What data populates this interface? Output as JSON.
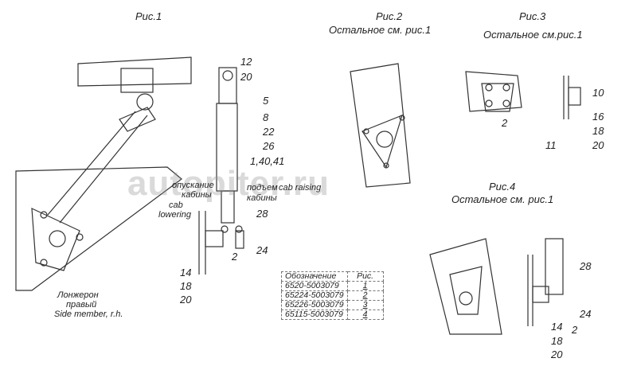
{
  "figures": {
    "fig1": "Рис.1",
    "fig2": "Рис.2",
    "fig2_note": "Остальное см. рис.1",
    "fig3": "Рис.3",
    "fig3_note": "Остальное см.рис.1",
    "fig4": "Рис.4",
    "fig4_note": "Остальное см. рис.1"
  },
  "labels_fig1": {
    "l12": "12",
    "l20a": "20",
    "l5": "5",
    "l8": "8",
    "l22": "22",
    "l26": "26",
    "l1": "1,40,41",
    "lower_ru1": "опускание",
    "lower_ru2": "кабины",
    "lower_en1": "cab",
    "lower_en2": "lowering",
    "raise_ru1": "подъем",
    "raise_en": "cab raising",
    "raise_ru2": "кабины",
    "l28": "28",
    "l24": "24",
    "l2": "2",
    "l14": "14",
    "l18": "18",
    "l20b": "20",
    "member_ru1": "Лонжерон",
    "member_ru2": "правый",
    "member_en": "Side member, r.h."
  },
  "labels_fig3": {
    "l2": "2",
    "l10": "10",
    "l16": "16",
    "l18": "18",
    "l20": "20",
    "l11": "11"
  },
  "labels_fig4": {
    "l28": "28",
    "l24": "24",
    "l14": "14",
    "l2": "2",
    "l18": "18",
    "l20": "20"
  },
  "watermark": "autopiter.ru",
  "table": {
    "headers": [
      "Обозначение",
      "Рис."
    ],
    "rows": [
      [
        "6520-5003079",
        "1"
      ],
      [
        "65224-5003079",
        "2"
      ],
      [
        "65226-5003079",
        "3"
      ],
      [
        "65115-5003079",
        "4"
      ]
    ]
  }
}
